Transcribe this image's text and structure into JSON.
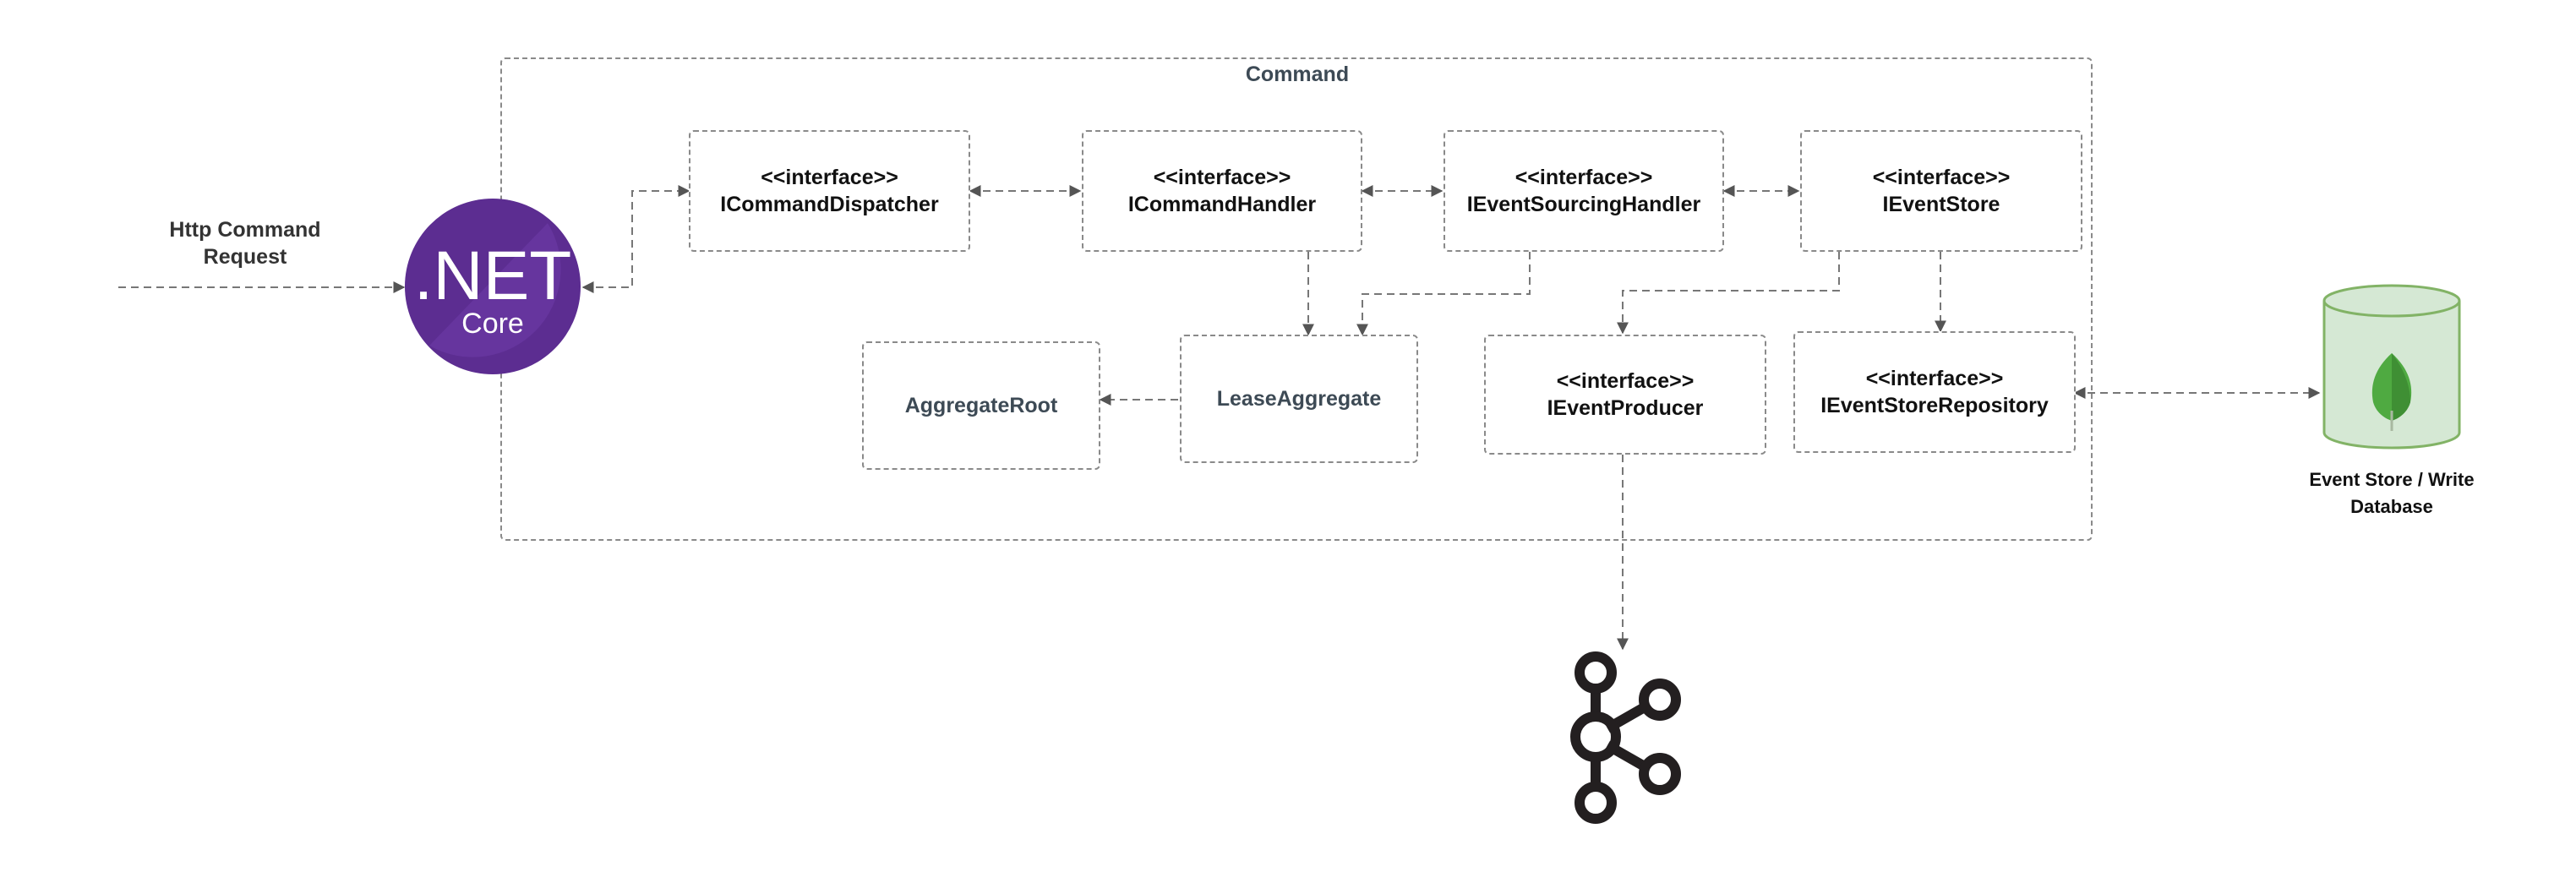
{
  "frame": {
    "title": "Command"
  },
  "entry": {
    "label": "Http Command Request"
  },
  "dotnet_logo": {
    "main": ".NET",
    "sub": "Core",
    "color": "#5c2d91"
  },
  "boxes": {
    "dispatcher": {
      "stereotype": "<<interface>>",
      "name": "ICommandDispatcher"
    },
    "handler": {
      "stereotype": "<<interface>>",
      "name": "ICommandHandler"
    },
    "sourcing": {
      "stereotype": "<<interface>>",
      "name": "IEventSourcingHandler"
    },
    "store": {
      "stereotype": "<<interface>>",
      "name": "IEventStore"
    },
    "aggregate_root": {
      "name": "AggregateRoot"
    },
    "lease_aggregate": {
      "name": "LeaseAggregate"
    },
    "producer": {
      "stereotype": "<<interface>>",
      "name": "IEventProducer"
    },
    "repository": {
      "stereotype": "<<interface>>",
      "name": "IEventStoreRepository"
    }
  },
  "database": {
    "label": "Event Store / Write Database",
    "icon": "mongodb-leaf-icon",
    "fill": "#d5e8d4",
    "stroke": "#82b366"
  },
  "broker": {
    "icon": "kafka-icon"
  }
}
